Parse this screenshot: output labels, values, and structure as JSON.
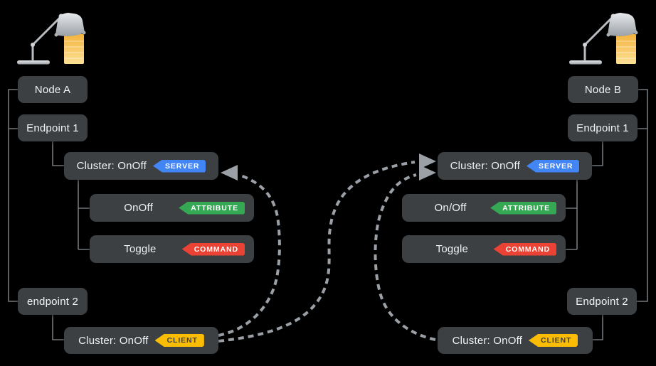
{
  "diagram": {
    "description": "Two Matter nodes with OnOff cluster client/server bindings",
    "colors": {
      "background": "#000000",
      "box_fill": "#3c4043",
      "box_text": "#f1f3f4",
      "connector_line": "#9aa0a6",
      "arrow_dashed": "#9aa0a6",
      "server_badge": "#4285f4",
      "attribute_badge": "#34a853",
      "command_badge": "#ea4335",
      "client_badge": "#fbbc04",
      "client_badge_text": "#3c4043",
      "lamp_beam": "#fbbc04",
      "lamp_metal": "#9aa0a6"
    }
  },
  "badges": {
    "server": "SERVER",
    "attribute": "ATTRIBUTE",
    "command": "COMMAND",
    "client": "CLIENT"
  },
  "node_a": {
    "name": "Node A",
    "endpoint1": "Endpoint 1",
    "server_cluster": "Cluster: OnOff",
    "attribute": "OnOff",
    "command": "Toggle",
    "endpoint2": "endpoint 2",
    "client_cluster": "Cluster: OnOff"
  },
  "node_b": {
    "name": "Node B",
    "endpoint1": "Endpoint 1",
    "server_cluster": "Cluster: OnOff",
    "attribute": "On/Off",
    "command": "Toggle",
    "endpoint2": "Endpoint 2",
    "client_cluster": "Cluster: OnOff"
  },
  "arrows": [
    {
      "from": "node-a-client-cluster",
      "to": "node-a-server-cluster"
    },
    {
      "from": "node-a-client-cluster",
      "to": "node-b-server-cluster"
    },
    {
      "from": "node-b-client-cluster",
      "to": "node-b-server-cluster"
    }
  ]
}
